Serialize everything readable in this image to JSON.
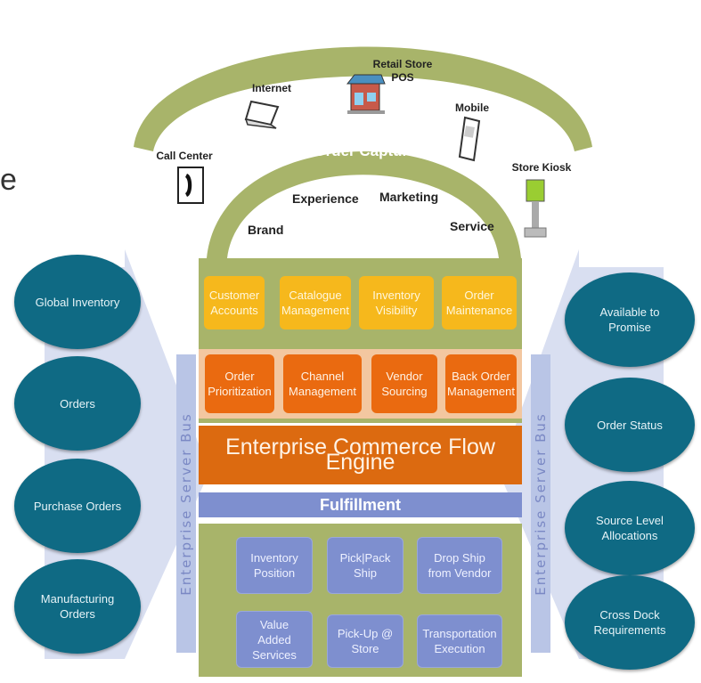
{
  "arcs": {
    "outer_title": "Omni-Channel",
    "inner_title": "Order Capture"
  },
  "channels": {
    "internet": "Internet",
    "retail_store": "Retail Store\nPOS",
    "mobile": "Mobile",
    "call_center": "Call Center",
    "store_kiosk": "Store Kiosk"
  },
  "order_capture_items": {
    "experience": "Experience",
    "marketing": "Marketing",
    "brand": "Brand",
    "service": "Service"
  },
  "row_yellow": [
    "Customer\nAccounts",
    "Catalogue\nManagement",
    "Inventory\nVisibility",
    "Order\nMaintenance"
  ],
  "row_orange": [
    "Order\nPrioritization",
    "Channel\nManagement",
    "Vendor\nSourcing",
    "Back Order\nManagement"
  ],
  "engine": "Enterprise Commerce Flow Engine",
  "fulfillment": "Fulfillment",
  "fulfillment_items": [
    "Inventory\nPosition",
    "Pick|Pack\nShip",
    "Drop Ship\nfrom Vendor",
    "Value\nAdded\nServices",
    "Pick-Up @\nStore",
    "Transportation\nExecution"
  ],
  "bus_label": "Enterprise Server Bus",
  "left_ovals": [
    "Global Inventory",
    "Orders",
    "Purchase Orders",
    "Manufacturing\nOrders"
  ],
  "right_ovals": [
    "Available to\nPromise",
    "Order Status",
    "Source Level\nAllocations",
    "Cross Dock\nRequirements"
  ],
  "edge_text": "e",
  "colors": {
    "arc": "#a8b46a",
    "oval": "#0f6a84",
    "yellow": "#f6b81c",
    "orange": "#ea6a10",
    "engine": "#dc6a10",
    "blue": "#7e8fcf",
    "frame": "#9fac5c"
  }
}
